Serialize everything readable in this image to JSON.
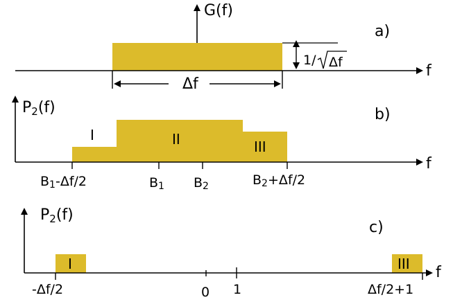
{
  "colors": {
    "fill": "#dcbb2b",
    "stroke": "#000000"
  },
  "panel_a": {
    "label": "a)",
    "func_label": "G(f)",
    "axis_label": "f",
    "width_label": "Δf",
    "height_label_num": "1/",
    "height_label_den": "Δf"
  },
  "panel_b": {
    "label": "b)",
    "func_main": "P",
    "func_sub": "2",
    "func_tail": "(f)",
    "axis_label": "f",
    "regions": [
      "I",
      "II",
      "III"
    ],
    "ticks": {
      "t1_main": "B",
      "t1_sub": "1",
      "t1_tail": "-Δf/2",
      "t2_main": "B",
      "t2_sub": "1",
      "t3_main": "B",
      "t3_sub": "2",
      "t4_main": "B",
      "t4_sub": "2",
      "t4_tail": "+Δf/2"
    }
  },
  "panel_c": {
    "label": "c)",
    "func_main": "P",
    "func_sub": "2",
    "func_tail": "(f)",
    "axis_label": "f",
    "regions": [
      "I",
      "III"
    ],
    "ticks": [
      "-Δf/2",
      "0",
      "1",
      "Δf/2+1"
    ]
  }
}
